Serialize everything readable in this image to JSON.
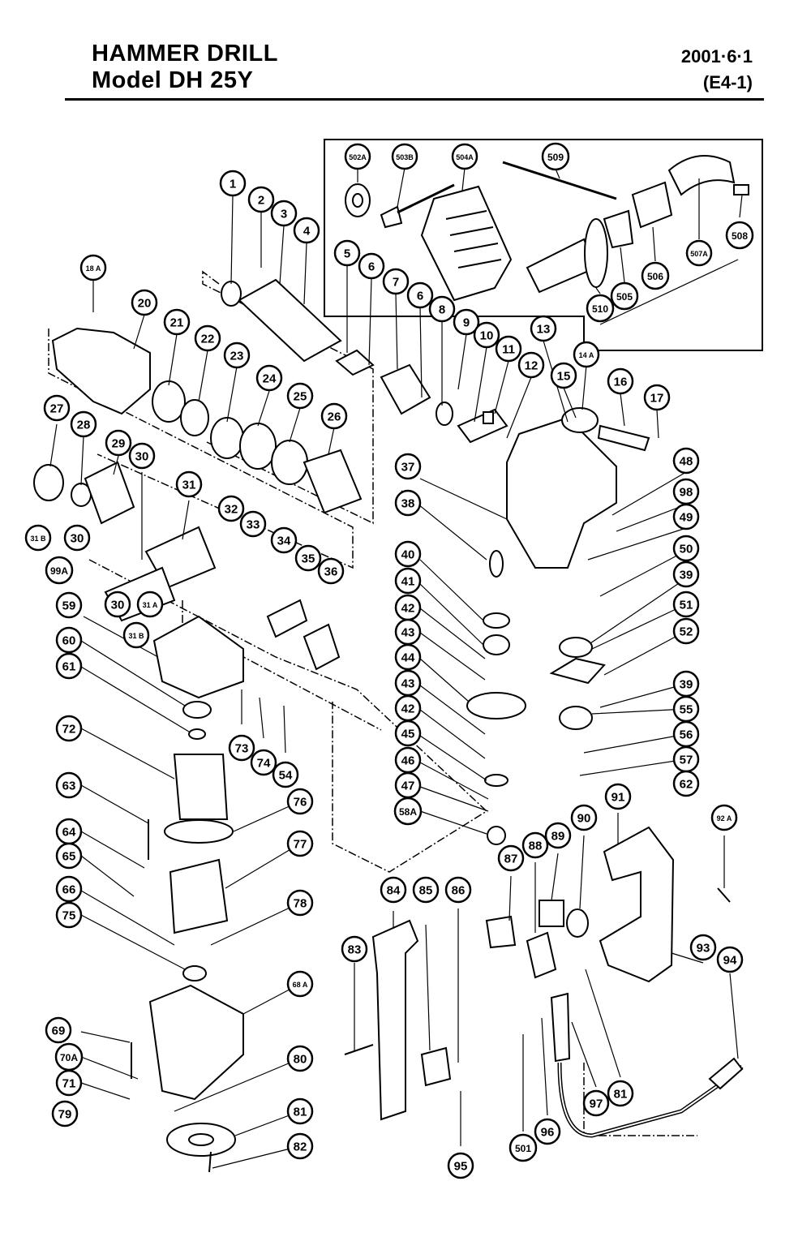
{
  "header": {
    "title_line1": "HAMMER DRILL",
    "title_line2": "Model DH 25Y",
    "date": "2001·6·1",
    "code": "(E4-1)"
  },
  "callouts": [
    "1",
    "2",
    "3",
    "4",
    "5",
    "6",
    "7",
    "6",
    "8",
    "9",
    "10",
    "11",
    "12",
    "13",
    "14 A",
    "15",
    "16",
    "17",
    "18 A",
    "20",
    "21",
    "22",
    "23",
    "24",
    "25",
    "26",
    "27",
    "28",
    "29",
    "30",
    "31",
    "31 B",
    "30",
    "99A",
    "30",
    "31 A",
    "31 B",
    "32",
    "33",
    "34",
    "35",
    "36",
    "37",
    "38",
    "48",
    "98",
    "49",
    "50",
    "39",
    "51",
    "52",
    "39",
    "40",
    "41",
    "42",
    "43",
    "44",
    "43",
    "42",
    "45",
    "46",
    "47",
    "58A",
    "59",
    "60",
    "61",
    "72",
    "73",
    "74",
    "54",
    "55",
    "56",
    "57",
    "62",
    "63",
    "64",
    "65",
    "66",
    "75",
    "76",
    "77",
    "78",
    "68 A",
    "69",
    "70A",
    "71",
    "79",
    "80",
    "81",
    "82",
    "83",
    "84",
    "85",
    "86",
    "87",
    "88",
    "89",
    "90",
    "91",
    "92 A",
    "93",
    "94",
    "95",
    "96",
    "97",
    "81",
    "501",
    "502A",
    "503B",
    "504A",
    "509",
    "508",
    "507A",
    "506",
    "505",
    "510"
  ]
}
